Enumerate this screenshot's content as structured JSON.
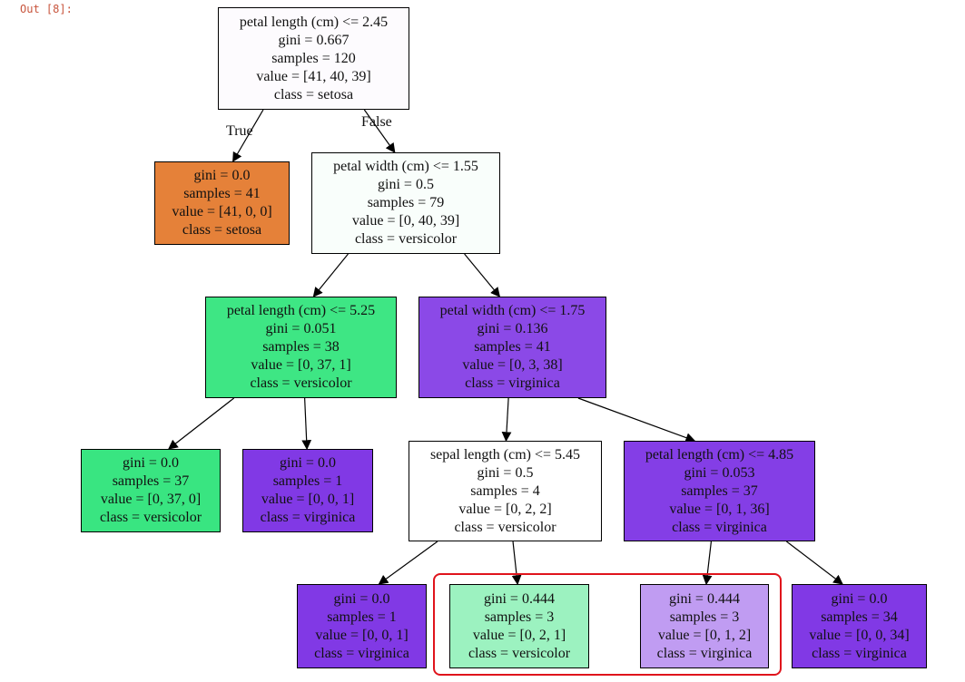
{
  "output_prompt": "Out [8]:",
  "edge_labels": {
    "true": "True",
    "false": "False"
  },
  "nodes": [
    {
      "id": "n0",
      "lines": [
        "petal length (cm) <= 2.45",
        "gini = 0.667",
        "samples = 120",
        "value = [41, 40, 39]",
        "class = setosa"
      ],
      "fill": "#fdfbfe"
    },
    {
      "id": "n1",
      "lines": [
        "gini = 0.0",
        "samples = 41",
        "value = [41, 0, 0]",
        "class = setosa"
      ],
      "fill": "#e58139"
    },
    {
      "id": "n2",
      "lines": [
        "petal width (cm) <= 1.55",
        "gini = 0.5",
        "samples = 79",
        "value = [0, 40, 39]",
        "class = versicolor"
      ],
      "fill": "#f9fefb"
    },
    {
      "id": "n3",
      "lines": [
        "petal length (cm) <= 5.25",
        "gini = 0.051",
        "samples = 38",
        "value = [0, 37, 1]",
        "class = versicolor"
      ],
      "fill": "#3ee684"
    },
    {
      "id": "n4",
      "lines": [
        "petal width (cm) <= 1.75",
        "gini = 0.136",
        "samples = 41",
        "value = [0, 3, 38]",
        "class = virginica"
      ],
      "fill": "#8b49e7"
    },
    {
      "id": "n5",
      "lines": [
        "gini = 0.0",
        "samples = 37",
        "value = [0, 37, 0]",
        "class = versicolor"
      ],
      "fill": "#39e581"
    },
    {
      "id": "n6",
      "lines": [
        "gini = 0.0",
        "samples = 1",
        "value = [0, 0, 1]",
        "class = virginica"
      ],
      "fill": "#8139e5"
    },
    {
      "id": "n7",
      "lines": [
        "sepal length (cm) <= 5.45",
        "gini = 0.5",
        "samples = 4",
        "value = [0, 2, 2]",
        "class = versicolor"
      ],
      "fill": "#ffffff"
    },
    {
      "id": "n8",
      "lines": [
        "petal length (cm) <= 4.85",
        "gini = 0.053",
        "samples = 37",
        "value = [0, 1, 36]",
        "class = virginica"
      ],
      "fill": "#843ee6"
    },
    {
      "id": "n9",
      "lines": [
        "gini = 0.0",
        "samples = 1",
        "value = [0, 0, 1]",
        "class = virginica"
      ],
      "fill": "#8139e5"
    },
    {
      "id": "n10",
      "lines": [
        "gini = 0.444",
        "samples = 3",
        "value = [0, 2, 1]",
        "class = versicolor"
      ],
      "fill": "#9cf2c0"
    },
    {
      "id": "n11",
      "lines": [
        "gini = 0.444",
        "samples = 3",
        "value = [0, 1, 2]",
        "class = virginica"
      ],
      "fill": "#c09cf2"
    },
    {
      "id": "n12",
      "lines": [
        "gini = 0.0",
        "samples = 34",
        "value = [0, 0, 34]",
        "class = virginica"
      ],
      "fill": "#8139e5"
    }
  ],
  "edges": [
    [
      "n0",
      "n1"
    ],
    [
      "n0",
      "n2"
    ],
    [
      "n2",
      "n3"
    ],
    [
      "n2",
      "n4"
    ],
    [
      "n3",
      "n5"
    ],
    [
      "n3",
      "n6"
    ],
    [
      "n4",
      "n7"
    ],
    [
      "n4",
      "n8"
    ],
    [
      "n7",
      "n9"
    ],
    [
      "n7",
      "n10"
    ],
    [
      "n8",
      "n11"
    ],
    [
      "n8",
      "n12"
    ]
  ]
}
